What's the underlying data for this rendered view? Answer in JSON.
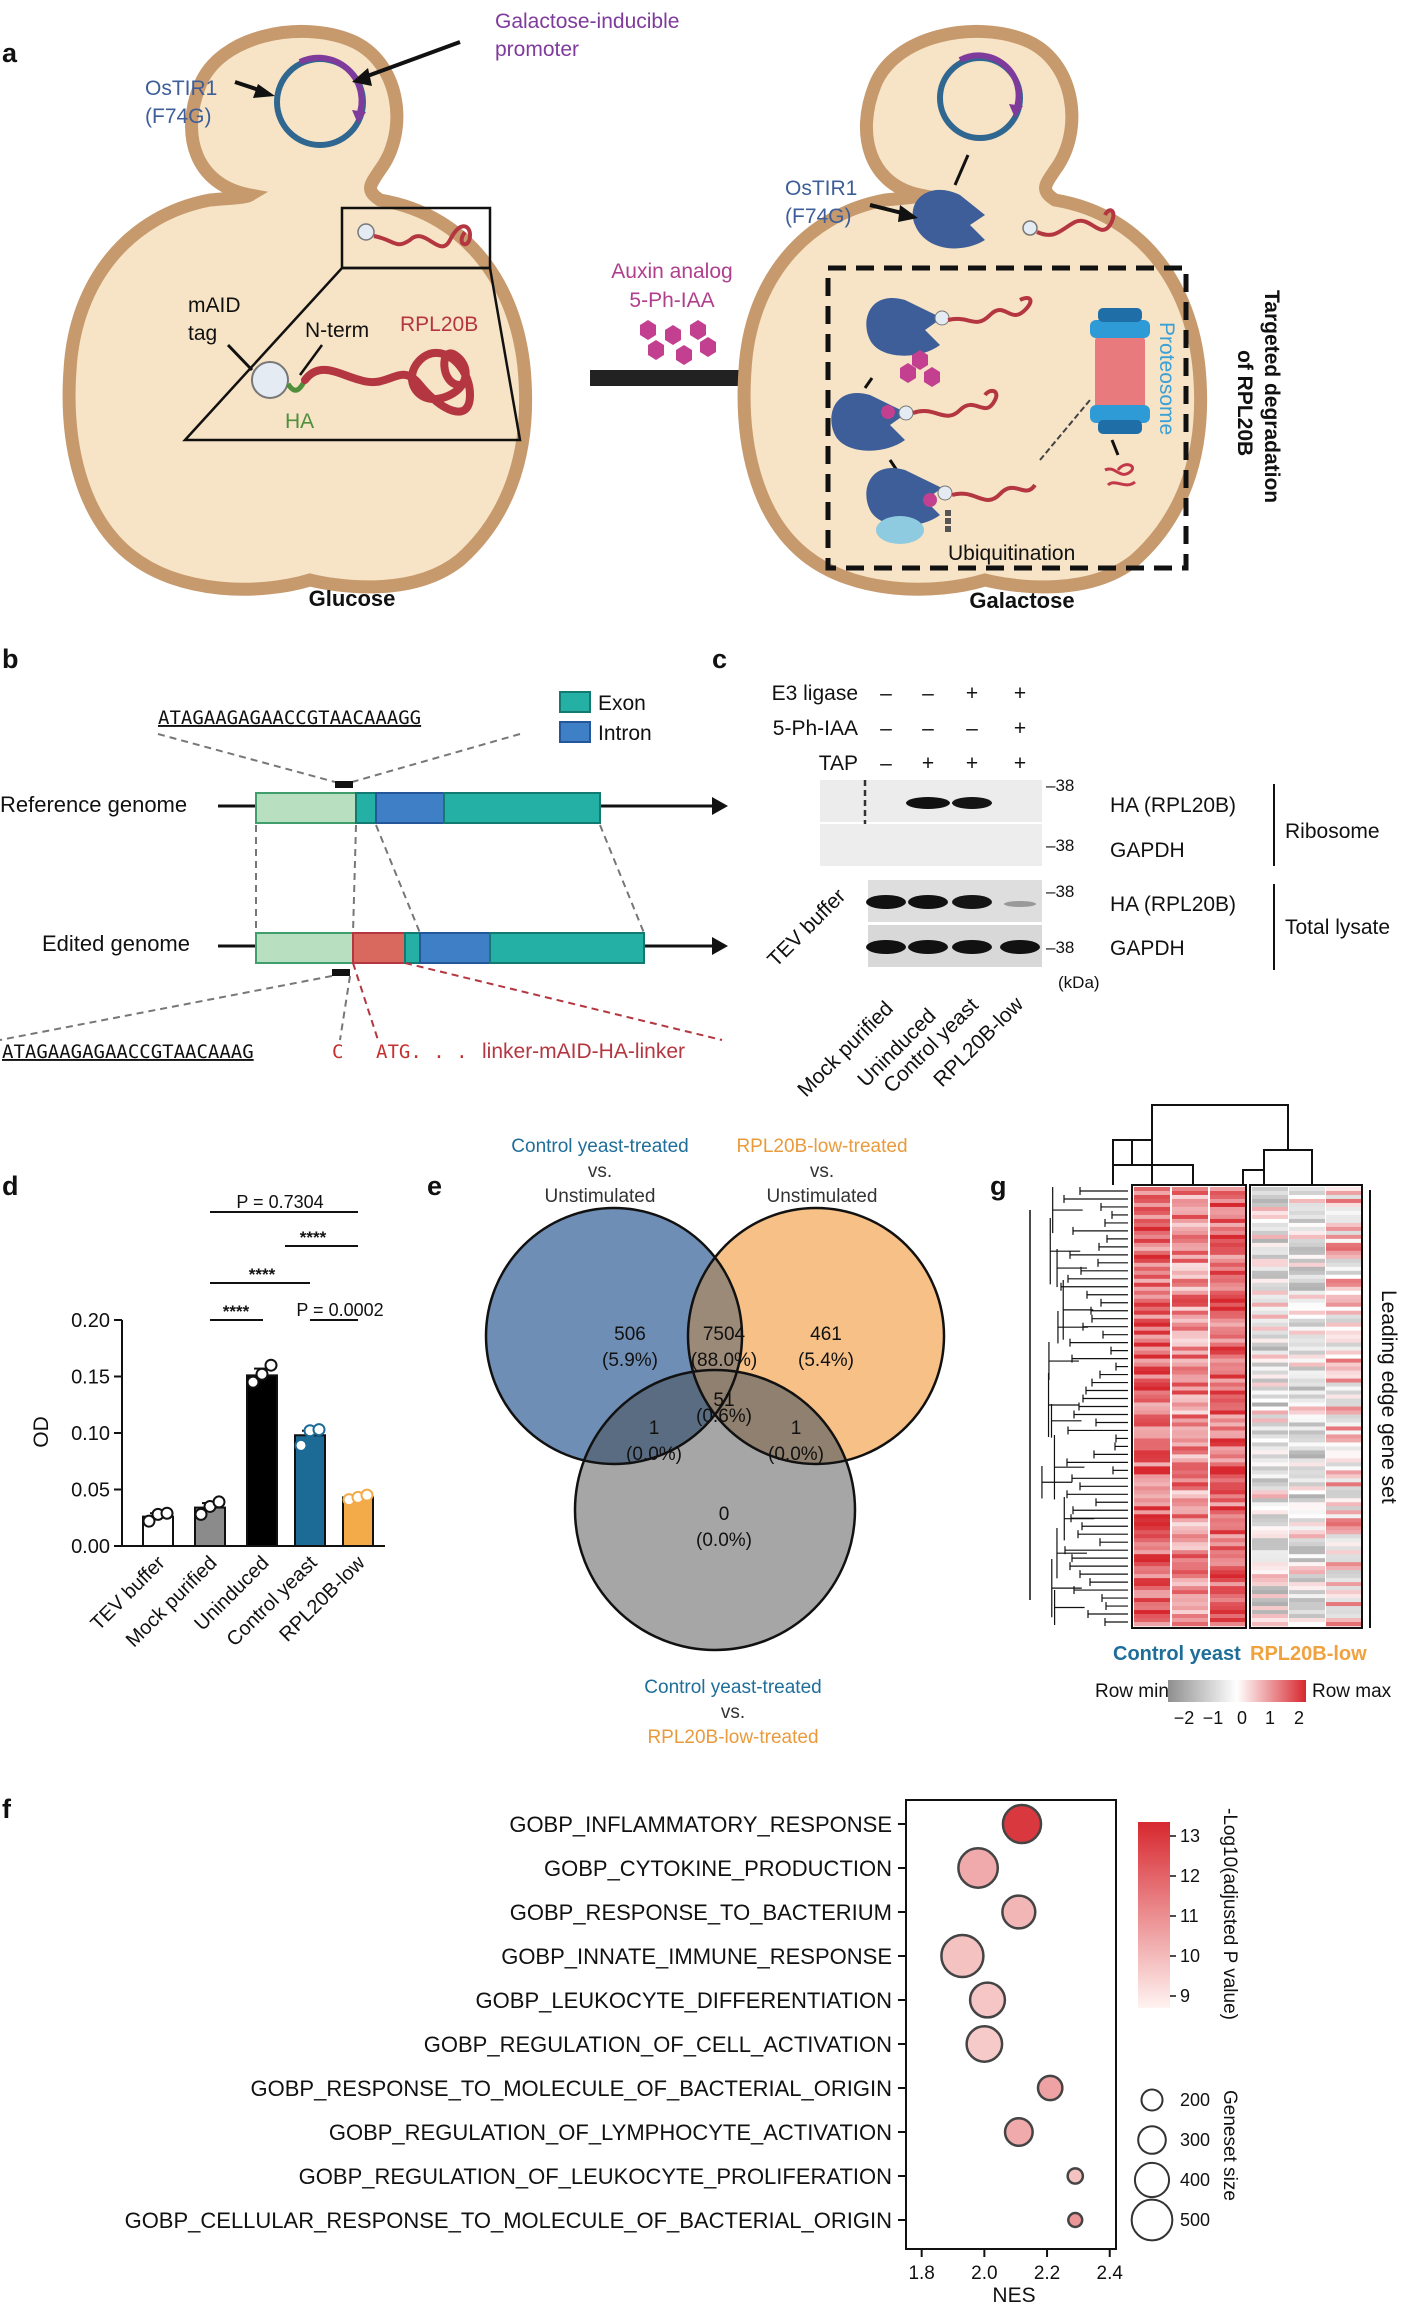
{
  "panel_labels": [
    "a",
    "b",
    "c",
    "d",
    "e",
    "f",
    "g"
  ],
  "panel_a": {
    "promoter_label": "Galactose-inducible promoter",
    "promoter_line1": "Galactose-inducible",
    "promoter_line2": "promoter",
    "ostir1_line1": "OsTIR1",
    "ostir1_line2": "(F74G)",
    "maid_tag_line1": "mAID",
    "maid_tag_line2": "tag",
    "nterm": "N-term",
    "rpl20b": "RPL20B",
    "ha": "HA",
    "glucose": "Glucose",
    "galactose": "Galactose",
    "auxin_line1": "Auxin analog",
    "auxin_line2": "5-Ph-IAA",
    "proteosome": "Proteosome",
    "ubiquitination": "Ubiquitination",
    "targeted_line1": "Targeted degradation",
    "targeted_line2": "of RPL20B",
    "colors": {
      "cell_fill": "#f7e3c5",
      "cell_border": "#c79a6e",
      "tir1": "#3d5e98",
      "auxin": "#c2408f",
      "rpl20b": "#b43640",
      "ha": "#4f8f3b"
    }
  },
  "panel_b": {
    "top_sequence": "ATAGAAGAGAACCGTAACAAAGG",
    "reference_label": "Reference genome",
    "edited_label": "Edited genome",
    "legend_exon": "Exon",
    "legend_intron": "Intron",
    "bottom_sequence_black": "ATAGAAGAGAACCGTAACAAAG",
    "bottom_sequence_red": "C",
    "atg": "ATG. . .",
    "insert_label": "linker-mAID-HA-linker",
    "colors": {
      "exon": "#24b0a4",
      "intron": "#3e7fc6",
      "utr": "#b9dfc1",
      "insert": "#d9685e"
    }
  },
  "panel_c": {
    "rows": [
      {
        "label": "E3 ligase",
        "values": [
          "–",
          "–",
          "+",
          "+"
        ]
      },
      {
        "label": "5-Ph-IAA",
        "values": [
          "–",
          "–",
          "–",
          "+"
        ]
      },
      {
        "label": "TAP",
        "values": [
          "–",
          "+",
          "+",
          "+"
        ]
      }
    ],
    "mw": [
      "–38",
      "–38",
      "–38",
      "–38"
    ],
    "blot_labels": [
      "HA (RPL20B)",
      "GAPDH",
      "HA (RPL20B)",
      "GAPDH"
    ],
    "group_labels": [
      "Ribosome",
      "Total lysate"
    ],
    "kda": "(kDa)",
    "tev_label": "TEV buffer",
    "lanes": [
      "Mock purified",
      "Uninduced",
      "Control yeast",
      "RPL20B-low"
    ]
  },
  "panel_d": {
    "ylabel": "OD",
    "stats": [
      {
        "text": "P = 0.7304"
      },
      {
        "text": "****"
      },
      {
        "text": "****"
      },
      {
        "text": "****"
      },
      {
        "text": "P = 0.0002"
      }
    ],
    "chart_data": {
      "type": "bar",
      "categories": [
        "TEV buffer",
        "Mock purified",
        "Uninduced",
        "Control yeast",
        "RPL20B-low"
      ],
      "values": [
        0.026,
        0.034,
        0.151,
        0.098,
        0.043
      ],
      "errors": [
        0.003,
        0.004,
        0.006,
        0.004,
        0.002
      ],
      "points": [
        [
          0.022,
          0.028,
          0.029
        ],
        [
          0.028,
          0.035,
          0.039
        ],
        [
          0.145,
          0.152,
          0.16
        ],
        [
          0.089,
          0.102,
          0.103
        ],
        [
          0.041,
          0.043,
          0.045
        ]
      ],
      "colors": [
        "#ffffff",
        "#8b8b8b",
        "#000000",
        "#1c6b96",
        "#f3ab4a"
      ],
      "ylabel": "OD",
      "ylim": [
        0,
        0.2
      ],
      "yticks": [
        "0.00",
        "0.05",
        "0.10",
        "0.15",
        "0.20"
      ]
    }
  },
  "panel_e": {
    "circle1_line1": "Control yeast-treated",
    "circle1_line2": "vs.",
    "circle1_line3": "Unstimulated",
    "circle2_line1": "RPL20B-low-treated",
    "circle2_line2": "vs.",
    "circle2_line3": "Unstimulated",
    "circle3_line1": "Control yeast-treated",
    "circle3_line2": "vs.",
    "circle3_line3": "RPL20B-low-treated",
    "regions": [
      {
        "count": "506",
        "pct": "(5.9%)"
      },
      {
        "count": "7504",
        "pct": "(88.0%)"
      },
      {
        "count": "461",
        "pct": "(5.4%)"
      },
      {
        "count": "51",
        "pct": "(0.6%)"
      },
      {
        "count": "1",
        "pct": "(0.0%)"
      },
      {
        "count": "1",
        "pct": "(0.0%)"
      },
      {
        "count": "0",
        "pct": "(0.0%)"
      }
    ],
    "colors": {
      "blue": "#6f8eb5",
      "orange": "#f6c086",
      "gray": "#a4a4a4",
      "blue_text": "#1f6e9a",
      "orange_text": "#e99b3c"
    }
  },
  "panel_f": {
    "chart_data": {
      "type": "scatter",
      "categories": [
        "GOBP_INFLAMMATORY_RESPONSE",
        "GOBP_CYTOKINE_PRODUCTION",
        "GOBP_RESPONSE_TO_BACTERIUM",
        "GOBP_INNATE_IMMUNE_RESPONSE",
        "GOBP_LEUKOCYTE_DIFFERENTIATION",
        "GOBP_REGULATION_OF_CELL_ACTIVATION",
        "GOBP_RESPONSE_TO_MOLECULE_OF_BACTERIAL_ORIGIN",
        "GOBP_REGULATION_OF_LYMPHOCYTE_ACTIVATION",
        "GOBP_REGULATION_OF_LEUKOCYTE_PROLIFERATION",
        "GOBP_CELLULAR_RESPONSE_TO_MOLECULE_OF_BACTERIAL_ORIGIN"
      ],
      "nes": [
        2.12,
        1.98,
        2.11,
        1.93,
        2.01,
        2.0,
        2.21,
        2.11,
        2.29,
        2.29
      ],
      "neglog10_padj": [
        13.2,
        10.4,
        10.1,
        9.8,
        9.7,
        9.6,
        10.6,
        10.4,
        9.8,
        10.9
      ],
      "geneset_size": [
        460,
        480,
        380,
        520,
        410,
        420,
        250,
        300,
        110,
        90
      ],
      "xlabel": "NES",
      "xlim": [
        1.75,
        2.42
      ],
      "xticks": [
        "1.8",
        "2.0",
        "2.2",
        "2.4"
      ],
      "color_label": "-Log10(adjusted P value)",
      "color_ticks": [
        "13",
        "12",
        "11",
        "10",
        "9"
      ],
      "color_range": [
        8.6,
        13.6
      ],
      "size_label": "Geneset size",
      "size_legend": [
        "200",
        "300",
        "400",
        "500"
      ]
    }
  },
  "panel_g": {
    "side_label": "Leading edge gene set",
    "group1": "Control yeast",
    "group2": "RPL20B-low",
    "row_min": "Row min",
    "row_max": "Row max",
    "scale_ticks": [
      "−2",
      "−1",
      "0",
      "1",
      "2"
    ],
    "colors": {
      "high": "#d7282f",
      "mid": "#ffffff",
      "low": "#9b9b9b",
      "group1": "#1f6e9a",
      "group2": "#f0a23f"
    }
  }
}
